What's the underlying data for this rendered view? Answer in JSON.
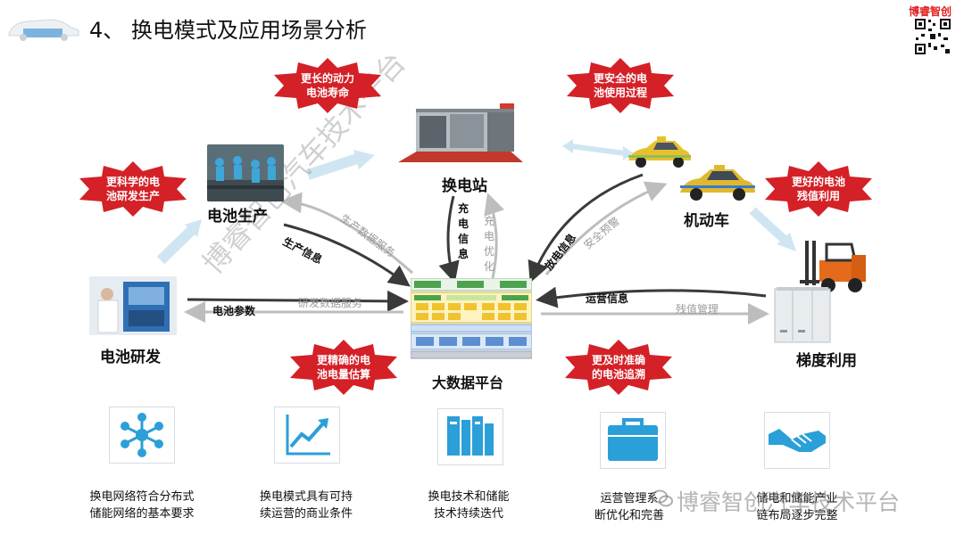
{
  "header": {
    "title": "4、 换电模式及应用场景分析",
    "brand": "博睿智创"
  },
  "nodes": {
    "swap_station": "换电站",
    "battery_production": "电池生产",
    "vehicle": "机动车",
    "battery_rnd": "电池研发",
    "cascade_use": "梯度利用",
    "big_data": "大数据平台"
  },
  "flows": {
    "production_info": "生产信息",
    "production_data_service": "生产数据服务",
    "charge_info": "充电信息",
    "charge_optimize": "充电优化",
    "discharge_info": "放电信息",
    "safety_warning": "安全预警",
    "battery_params": "电池参数",
    "rnd_data_service": "研发数据服务",
    "operation_info": "运营信息",
    "residual_mgmt": "残值管理"
  },
  "badges": {
    "longer_life": [
      "更长的动力",
      "电池寿命"
    ],
    "safer_use": [
      "更安全的电",
      "池使用过程"
    ],
    "scientific_rnd": [
      "更科学的电",
      "池研发生产"
    ],
    "better_residual": [
      "更好的电池",
      "残值利用"
    ],
    "precise_estimate": [
      "更精确的电",
      "池电量估算"
    ],
    "timely_trace": [
      "更及时准确",
      "的电池追溯"
    ]
  },
  "features": [
    {
      "icon": "network-icon",
      "lines": [
        "换电网络符合分布式",
        "储能网络的基本要求"
      ]
    },
    {
      "icon": "growth-chart-icon",
      "lines": [
        "换电模式具有可持",
        "续运营的商业条件"
      ]
    },
    {
      "icon": "books-icon",
      "lines": [
        "换电技术和储能",
        "技术持续迭代"
      ]
    },
    {
      "icon": "briefcase-icon",
      "lines": [
        "运营管理系",
        "断优化和完善"
      ]
    },
    {
      "icon": "handshake-icon",
      "lines": [
        "储电和储能产业",
        "链布局逐步完整"
      ]
    }
  ],
  "watermark": {
    "diagonal": "博睿智创汽车技术平台",
    "wechat": "博睿智创汽车技术平台"
  },
  "colors": {
    "badge_red": "#d42027",
    "icon_blue": "#2b9fd8",
    "arrow_dark": "#3a3a3a",
    "arrow_light": "#bdbdbd",
    "arrow_pale_blue": "#cfe6f2"
  }
}
